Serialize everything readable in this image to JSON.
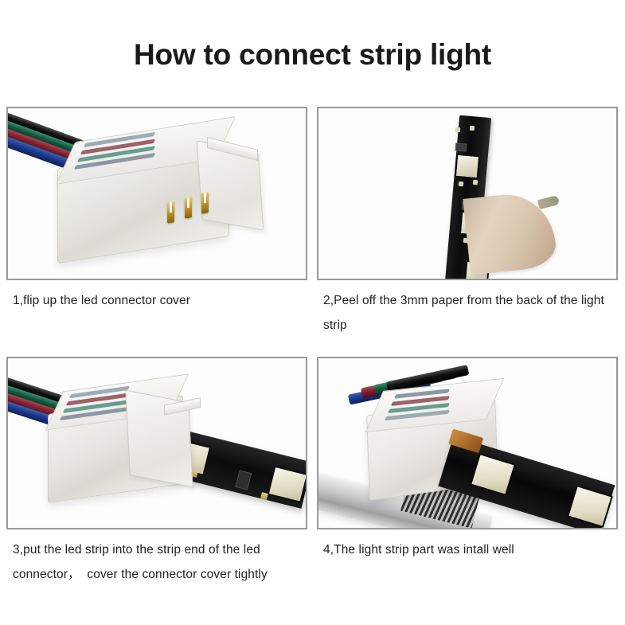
{
  "page": {
    "title": "How to connect strip light",
    "background_color": "#ffffff",
    "panel_border_color": "#9a9a9a",
    "text_color": "#222222"
  },
  "steps": [
    {
      "number": "1",
      "caption": "1,flip up the led connector cover",
      "image_alt": "Transparent LED strip connector with four colored wires and three gold contact pins, cover flipped open",
      "photo": {
        "wire_colors": [
          "#000000",
          "#12583f",
          "#84202e",
          "#1c3a8e"
        ],
        "wire_names": [
          "black",
          "green",
          "red",
          "blue"
        ],
        "housing_color": "#e7e6e2",
        "pin_color": "#b98d22",
        "pin_count": "3"
      }
    },
    {
      "number": "2",
      "caption": "2,Peel off the 3mm paper from the back of the light strip",
      "image_alt": "Black LED strip being peeled away from its beige adhesive backing paper",
      "photo": {
        "strip_color": "#0a0a0a",
        "led_color": "#ddd9c2",
        "paper_color": "#d8c5ae",
        "led_count": "3"
      }
    },
    {
      "number": "3",
      "caption": "3,put the led strip into the strip end of the led connector，  cover the connector cover tightly",
      "image_alt": "LED strip inserted into the open end of the transparent connector with the cover still raised",
      "photo": {
        "wire_colors": [
          "#000000",
          "#12583f",
          "#84202e",
          "#1c3a8e"
        ],
        "strip_color": "#0b0b0b",
        "led_color": "#ded9c0",
        "pad_color": "#b79a45"
      }
    },
    {
      "number": "4",
      "caption": "4,The light strip part was intall well",
      "image_alt": "Finished assembly: connector closed onto the LED strip resting on a silver aluminium channel",
      "photo": {
        "wire_colors": [
          "#1c3a8e",
          "#84202e",
          "#12583f",
          "#000000"
        ],
        "strip_color": "#070707",
        "led_color": "#e0dbc3",
        "metal_color": "#c9c9c9"
      }
    }
  ]
}
